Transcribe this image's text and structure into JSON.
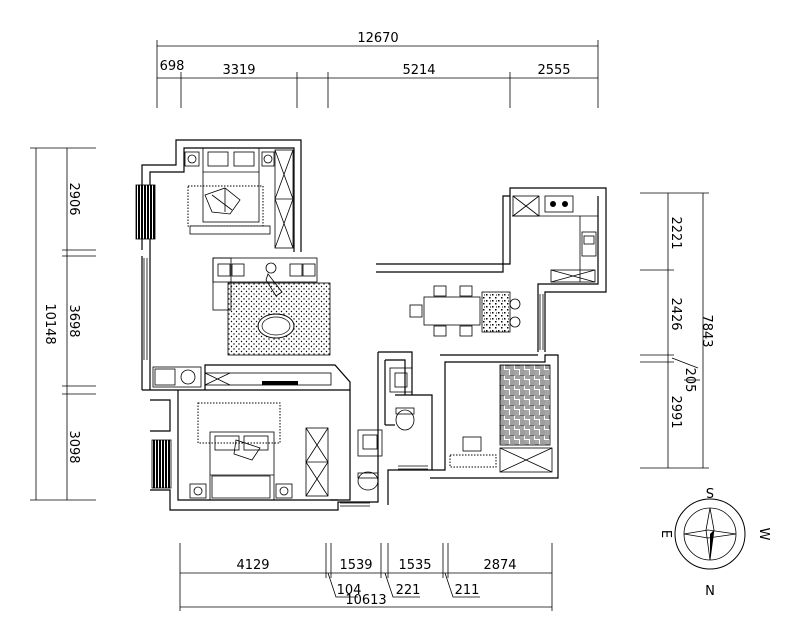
{
  "dimensions": {
    "top_total": "12670",
    "top_segments": [
      "698",
      "3319",
      "5214",
      "2555"
    ],
    "left_total": "10148",
    "left_segments": [
      "2906",
      "3698",
      "3098"
    ],
    "right_total": "7843",
    "right_segments": [
      "2221",
      "2426",
      "2991"
    ],
    "right_note": "205",
    "bottom_total": "10613",
    "bottom_segments": [
      "4129",
      "1539",
      "1535",
      "2874"
    ],
    "bottom_notes": [
      "104",
      "221",
      "211"
    ]
  },
  "compass": {
    "north": "N",
    "south": "S",
    "east": "E",
    "west": "W"
  }
}
